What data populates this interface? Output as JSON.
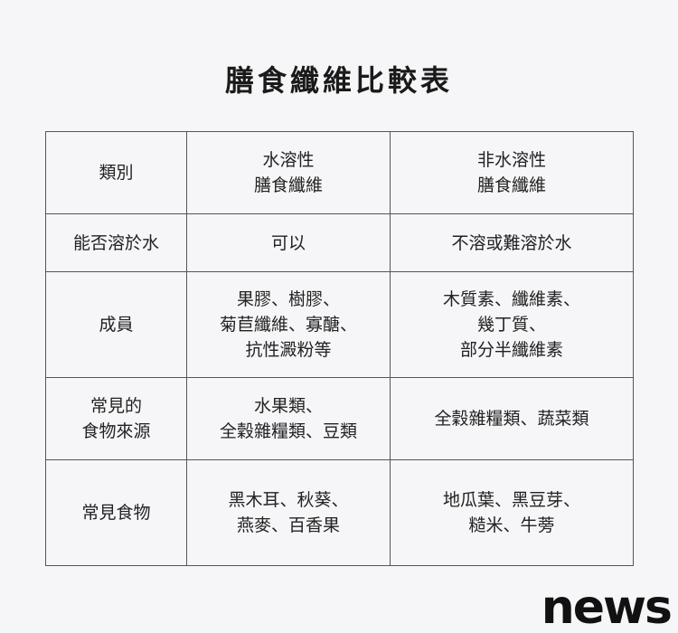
{
  "title": "膳食纖維比較表",
  "table": {
    "header": {
      "col0": "類別",
      "col1": [
        "水溶性",
        "膳食纖維"
      ],
      "col2": [
        "非水溶性",
        "膳食纖維"
      ]
    },
    "rows": [
      {
        "label": [
          "能否溶於水"
        ],
        "soluble": [
          "可以"
        ],
        "insoluble": [
          "不溶或難溶於水"
        ]
      },
      {
        "label": [
          "成員"
        ],
        "soluble": [
          "果膠、樹膠、",
          "菊苣纖維、寡醣、",
          "抗性澱粉等"
        ],
        "insoluble": [
          "木質素、纖維素、",
          "幾丁質、",
          "部分半纖維素"
        ]
      },
      {
        "label": [
          "常見的",
          "食物來源"
        ],
        "soluble": [
          "水果類、",
          "全穀雜糧類、豆類"
        ],
        "insoluble": [
          "全穀雜糧類、蔬菜類"
        ]
      },
      {
        "label": [
          "常見食物"
        ],
        "soluble": [
          "黑木耳、秋葵、",
          "燕麥、百香果"
        ],
        "insoluble": [
          "地瓜葉、黑豆芽、",
          "糙米、牛蒡"
        ]
      }
    ]
  },
  "logo": "news"
}
